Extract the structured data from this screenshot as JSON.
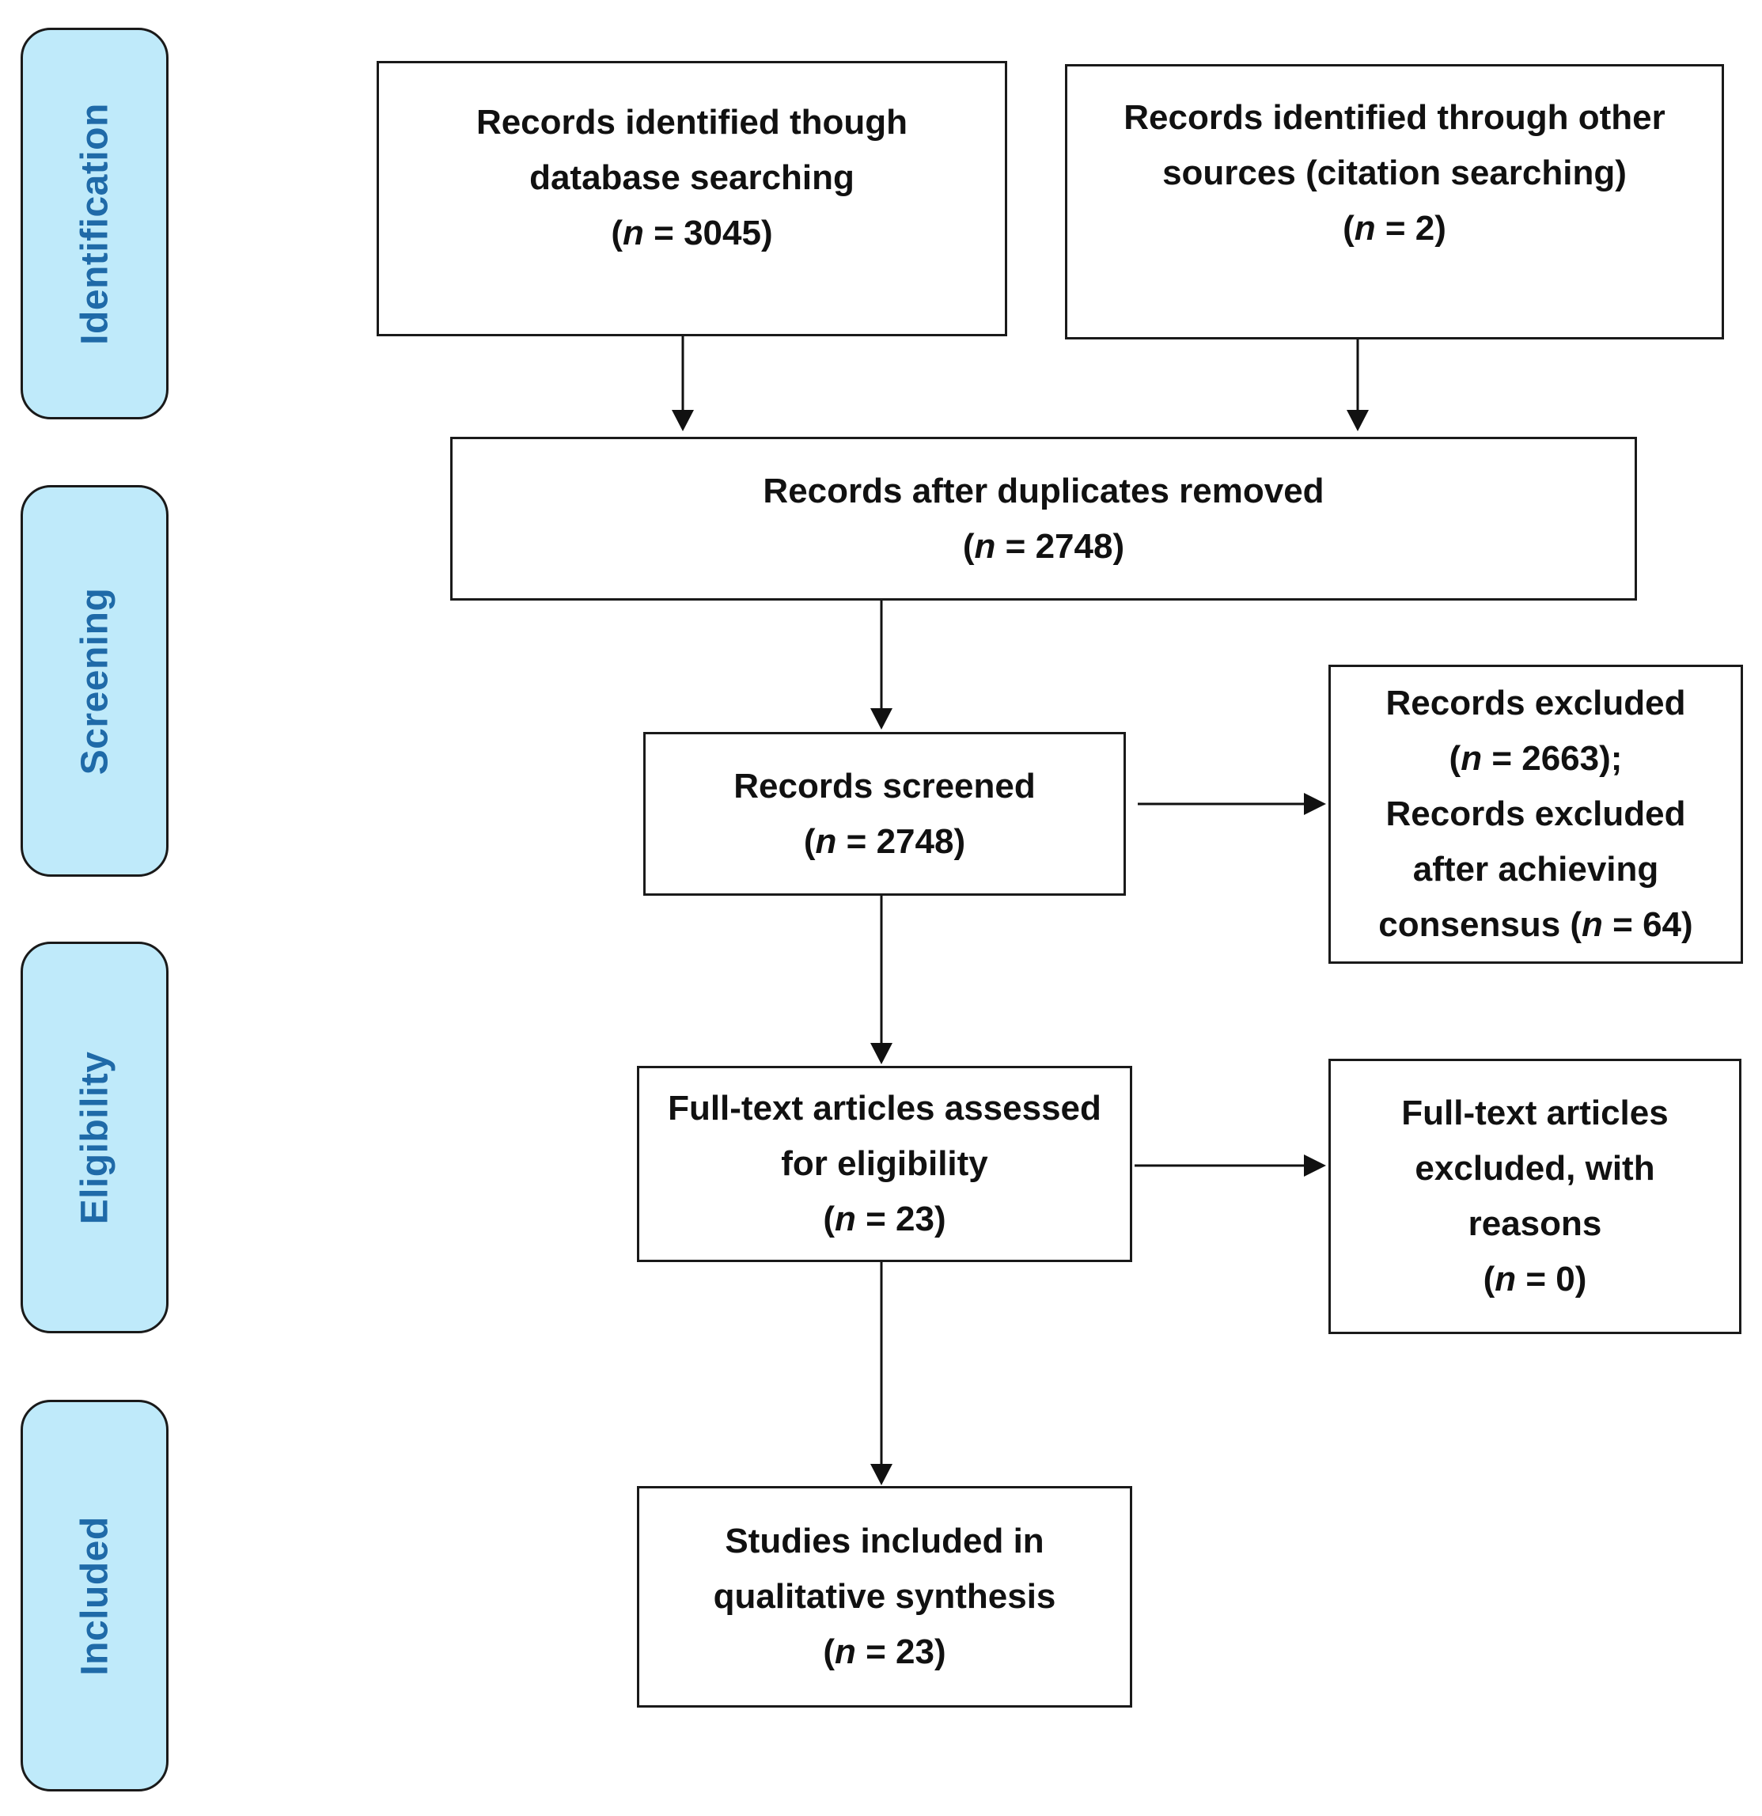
{
  "phases": {
    "identification": "Identification",
    "screening": "Screening",
    "eligibility": "Eligibility",
    "included": "Included"
  },
  "boxes": {
    "database": {
      "lines": [
        "Records identified though",
        "database searching"
      ],
      "n_prefix": "(",
      "n_var": "n",
      "n_value": " = 3045)"
    },
    "other_sources": {
      "lines": [
        "Records identified through other",
        "sources (citation searching)"
      ],
      "n_prefix": "(",
      "n_var": "n",
      "n_value": " = 2)"
    },
    "duplicates_removed": {
      "lines": [
        "Records after duplicates removed"
      ],
      "n_prefix": "(",
      "n_var": "n",
      "n_value": " = 2748)"
    },
    "screened": {
      "lines": [
        "Records screened"
      ],
      "n_prefix": "(",
      "n_var": "n",
      "n_value": " = 2748)"
    },
    "excluded": {
      "line1": "Records excluded",
      "n1_prefix": "(",
      "n1_var": "n",
      "n1_value": " = 2663);",
      "line2": "Records excluded",
      "line3": "after achieving",
      "line4_prefix": "consensus (",
      "n2_var": "n",
      "n2_value": " = 64)"
    },
    "fulltext_assessed": {
      "lines": [
        "Full-text articles assessed",
        "for eligibility"
      ],
      "n_prefix": "(",
      "n_var": "n",
      "n_value": " = 23)"
    },
    "fulltext_excluded": {
      "lines": [
        "Full-text articles",
        "excluded, with",
        "reasons"
      ],
      "n_prefix": "(",
      "n_var": "n",
      "n_value": " = 0)"
    },
    "included": {
      "lines": [
        "Studies included in",
        "qualitative synthesis"
      ],
      "n_prefix": "(",
      "n_var": "n",
      "n_value": " = 23)"
    }
  }
}
